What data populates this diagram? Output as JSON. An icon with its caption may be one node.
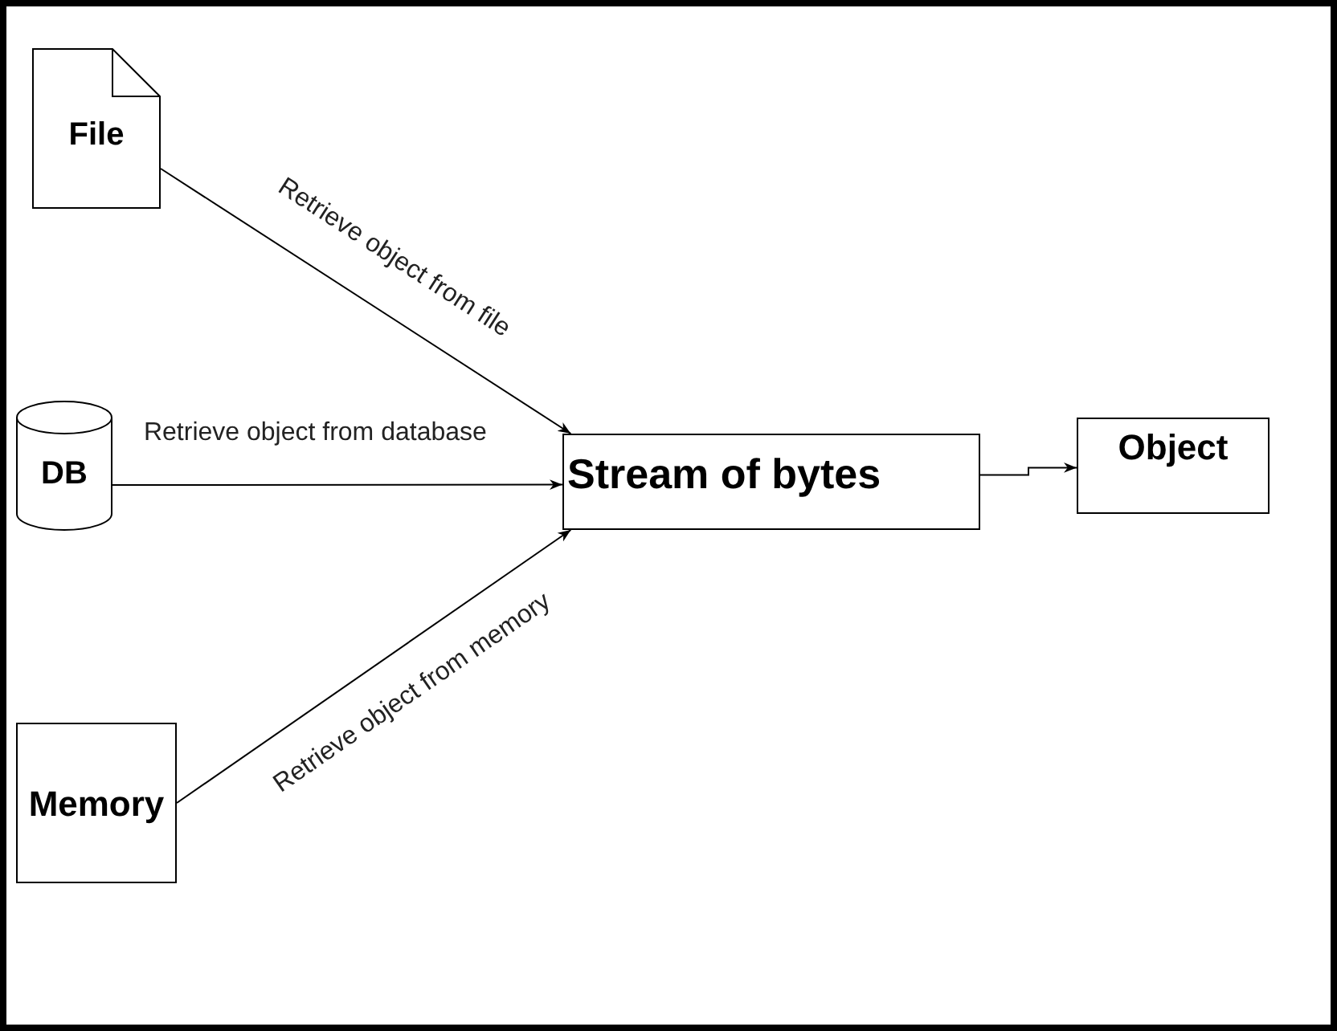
{
  "diagram": {
    "nodes": [
      {
        "text": [
          "File"
        ]
      },
      {
        "text": [
          "DB"
        ]
      },
      {
        "text": [
          "Memory"
        ]
      },
      {
        "text": [
          "Stream of bytes"
        ]
      },
      {
        "text": [
          "Object"
        ]
      }
    ],
    "edges": [
      {
        "from": 0,
        "to": 3,
        "arrow": "to",
        "label": "Retrieve object from file"
      },
      {
        "from": 1,
        "to": 3,
        "arrow": "to",
        "label": "Retrieve object from database"
      },
      {
        "from": 2,
        "to": 3,
        "arrow": "to",
        "label": "Retrieve object from memory"
      },
      {
        "from": 3,
        "to": 4,
        "arrow": "to"
      }
    ]
  }
}
